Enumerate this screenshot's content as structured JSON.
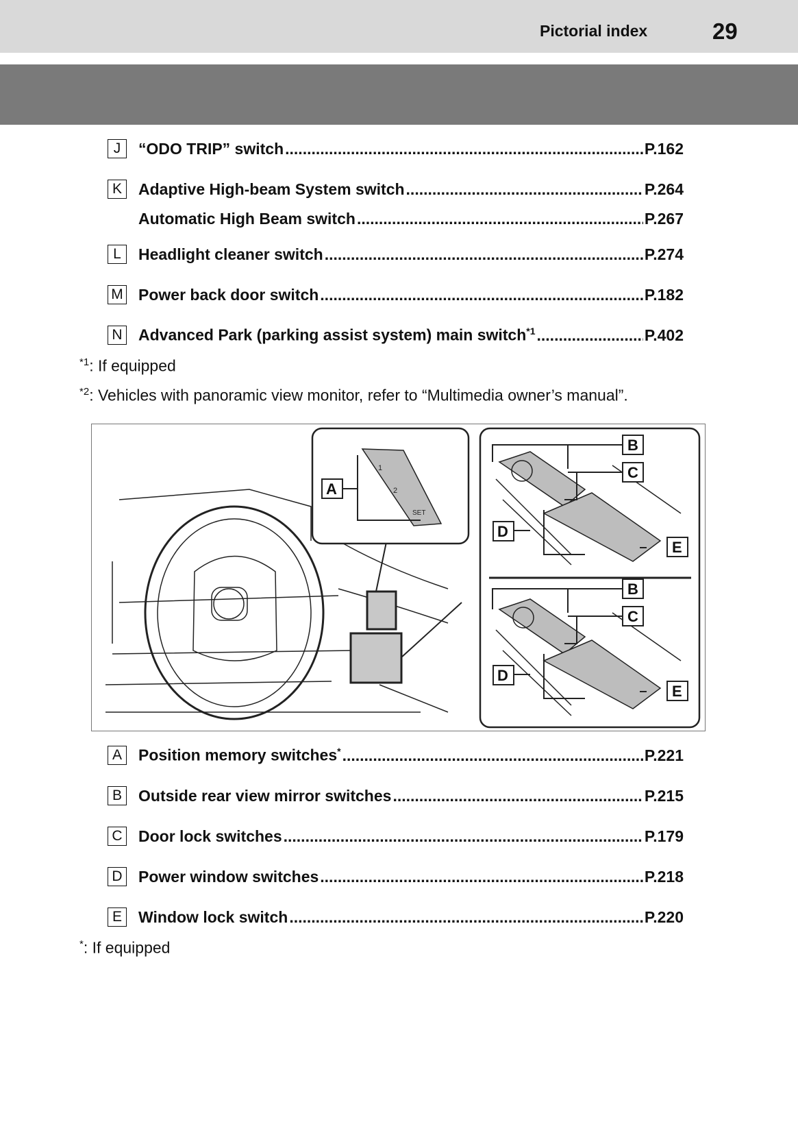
{
  "header": {
    "section_title": "Pictorial index",
    "page_number": "29"
  },
  "top_items": [
    {
      "key": "J",
      "label": "“ODO TRIP” switch",
      "sup": "",
      "page": "P.162"
    },
    {
      "key": "K",
      "label": "Adaptive High-beam System switch",
      "sup": "",
      "page": "P.264"
    },
    {
      "key": "",
      "label": "Automatic High Beam switch",
      "sup": "",
      "page": "P.267"
    },
    {
      "key": "L",
      "label": "Headlight cleaner switch",
      "sup": "",
      "page": "P.274"
    },
    {
      "key": "M",
      "label": "Power back door switch",
      "sup": "",
      "page": "P.182"
    },
    {
      "key": "N",
      "label": "Advanced Park (parking assist system) main switch",
      "sup": "*1",
      "page": "P.402"
    }
  ],
  "top_footnotes": [
    {
      "mark": "*1",
      "text": ": If equipped"
    },
    {
      "mark": "*2",
      "text": ": Vehicles with panoramic view monitor, refer to “Multimedia owner’s manual”."
    }
  ],
  "figure": {
    "callouts": [
      "A",
      "B",
      "C",
      "D",
      "E",
      "B",
      "C",
      "D",
      "E"
    ],
    "seat_buttons": [
      "1",
      "2",
      "SET"
    ]
  },
  "bottom_items": [
    {
      "key": "A",
      "label": "Position memory switches",
      "sup": "*",
      "page": "P.221"
    },
    {
      "key": "B",
      "label": "Outside rear view mirror switches",
      "sup": "",
      "page": "P.215"
    },
    {
      "key": "C",
      "label": "Door lock switches",
      "sup": "",
      "page": "P.179"
    },
    {
      "key": "D",
      "label": "Power window switches",
      "sup": "",
      "page": "P.218"
    },
    {
      "key": "E",
      "label": "Window lock switch",
      "sup": "",
      "page": "P.220"
    }
  ],
  "bottom_footnote": {
    "mark": "*",
    "text": ":  If equipped"
  }
}
